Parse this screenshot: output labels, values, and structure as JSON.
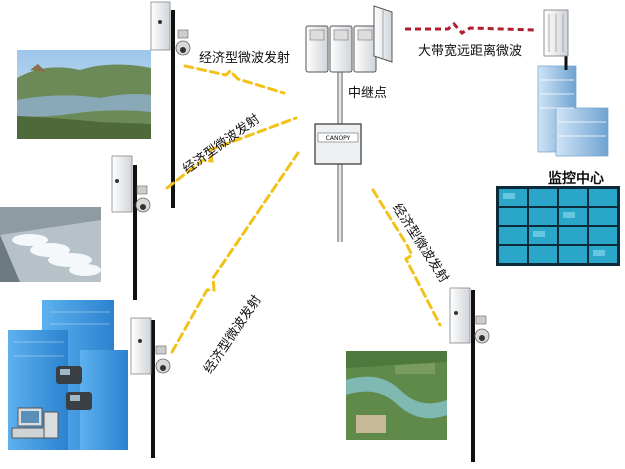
{
  "labels": {
    "link_top_left": "经济型微波发射",
    "link_mid_left": "经济型微波发射",
    "link_lower_left": "经济型微波发射",
    "link_right": "经济型微波发射",
    "relay": "中继点",
    "broadband": "大带宽远距离微波",
    "monitor_center": "监控中心",
    "box_brand": "CANOPY"
  },
  "colors": {
    "economy_link": "#f2c21b",
    "broadband_link": "#b01e2e",
    "pole": "#111111",
    "radio": "#e9ecef",
    "building": "#3f9be3",
    "sky": "#88b9e4"
  },
  "icons": [
    "radio-antenna-icon",
    "ptz-camera-icon",
    "relay-box-icon",
    "phone-icon",
    "computer-icon",
    "office-building-icon"
  ]
}
